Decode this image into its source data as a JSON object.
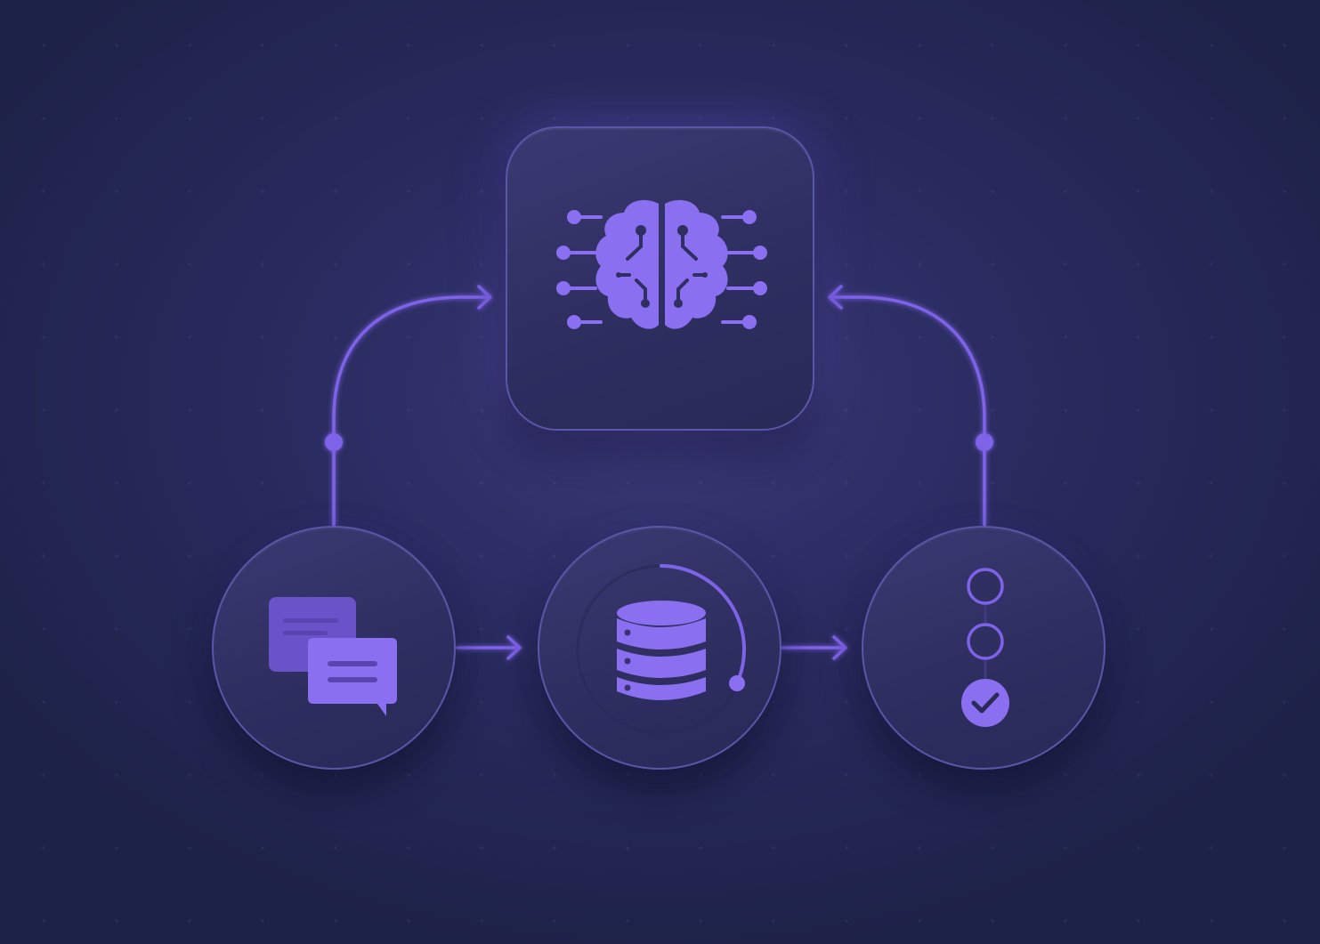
{
  "diagram": {
    "nodes": [
      {
        "id": "brain",
        "icon": "brain-circuit-icon"
      },
      {
        "id": "chat",
        "icon": "chat-bubbles-icon"
      },
      {
        "id": "database",
        "icon": "database-icon"
      },
      {
        "id": "steps",
        "icon": "checklist-steps-icon"
      }
    ],
    "edges": [
      {
        "from": "chat",
        "to": "database"
      },
      {
        "from": "database",
        "to": "steps"
      },
      {
        "from": "chat",
        "to": "brain"
      },
      {
        "from": "steps",
        "to": "brain"
      }
    ],
    "steps": [
      {
        "state": "pending"
      },
      {
        "state": "pending"
      },
      {
        "state": "done"
      }
    ],
    "colors": {
      "accent": "#7e63e8",
      "accent_light": "#8f79f0",
      "card_border": "#5a56a8",
      "background": "#262a5c"
    }
  }
}
